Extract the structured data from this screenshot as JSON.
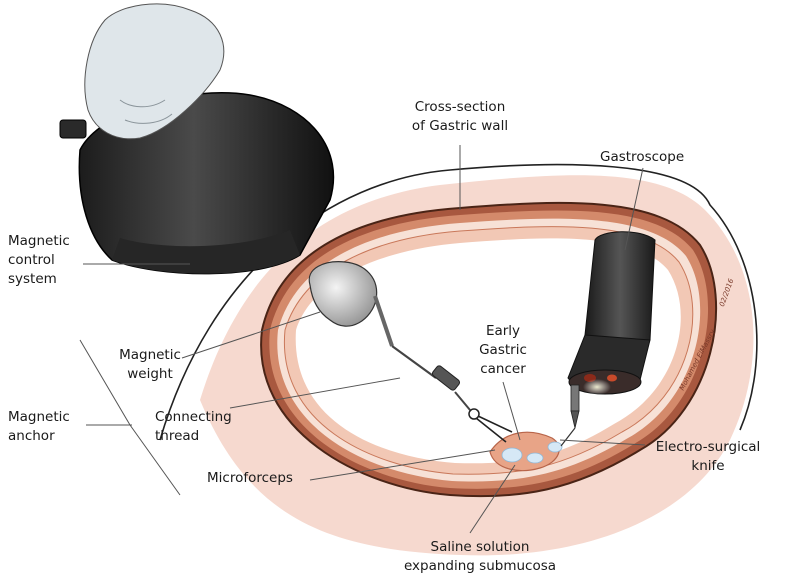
{
  "labels": {
    "cross_section": [
      "Cross-section",
      "of Gastric wall"
    ],
    "gastroscope": "Gastroscope",
    "magnetic_control": [
      "Magnetic",
      "control",
      "system"
    ],
    "magnetic_weight": [
      "Magnetic",
      "weight"
    ],
    "early_cancer": [
      "Early",
      "Gastric",
      "cancer"
    ],
    "magnetic_anchor": [
      "Magnetic",
      "anchor"
    ],
    "connecting_thread": [
      "Connecting",
      "thread"
    ],
    "electro_knife": [
      "Electro-surgical",
      "knife"
    ],
    "microforceps": "Microforceps",
    "saline": [
      "Saline solution",
      "expanding submucosa"
    ]
  },
  "signature": {
    "name": "Mohamed ElMassry",
    "date": "02/2016"
  },
  "colors": {
    "wall_outer": "#f6d9cf",
    "wall_muscle": "#c9785a",
    "wall_dark": "#5a2a1a",
    "mucosa": "#f4c9b6",
    "lumen": "#ffffff",
    "device": "#2c2c2c",
    "hand": "#dfe6ea",
    "saline": "#cfe2f2"
  }
}
